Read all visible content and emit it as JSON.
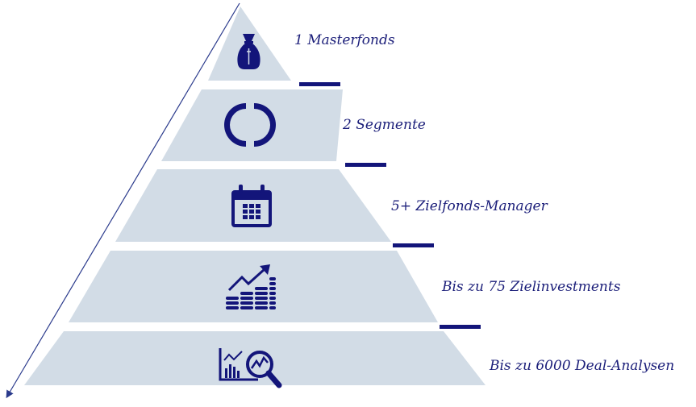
{
  "colors": {
    "tier_fill": "#d2dce6",
    "accent": "#13157a",
    "arrow": "#2a3a8c",
    "background": "#ffffff"
  },
  "tiers": [
    {
      "label": "1 Masterfonds",
      "icon": "money-bag-icon"
    },
    {
      "label": "2 Segmente",
      "icon": "ring-chart-icon"
    },
    {
      "label": "5+ Zielfonds-Manager",
      "icon": "calendar-icon"
    },
    {
      "label": "Bis zu 75 Zielinvestments",
      "icon": "coins-growth-icon"
    },
    {
      "label": "Bis zu 6000 Deal-Analysen",
      "icon": "chart-magnifier-icon"
    }
  ]
}
